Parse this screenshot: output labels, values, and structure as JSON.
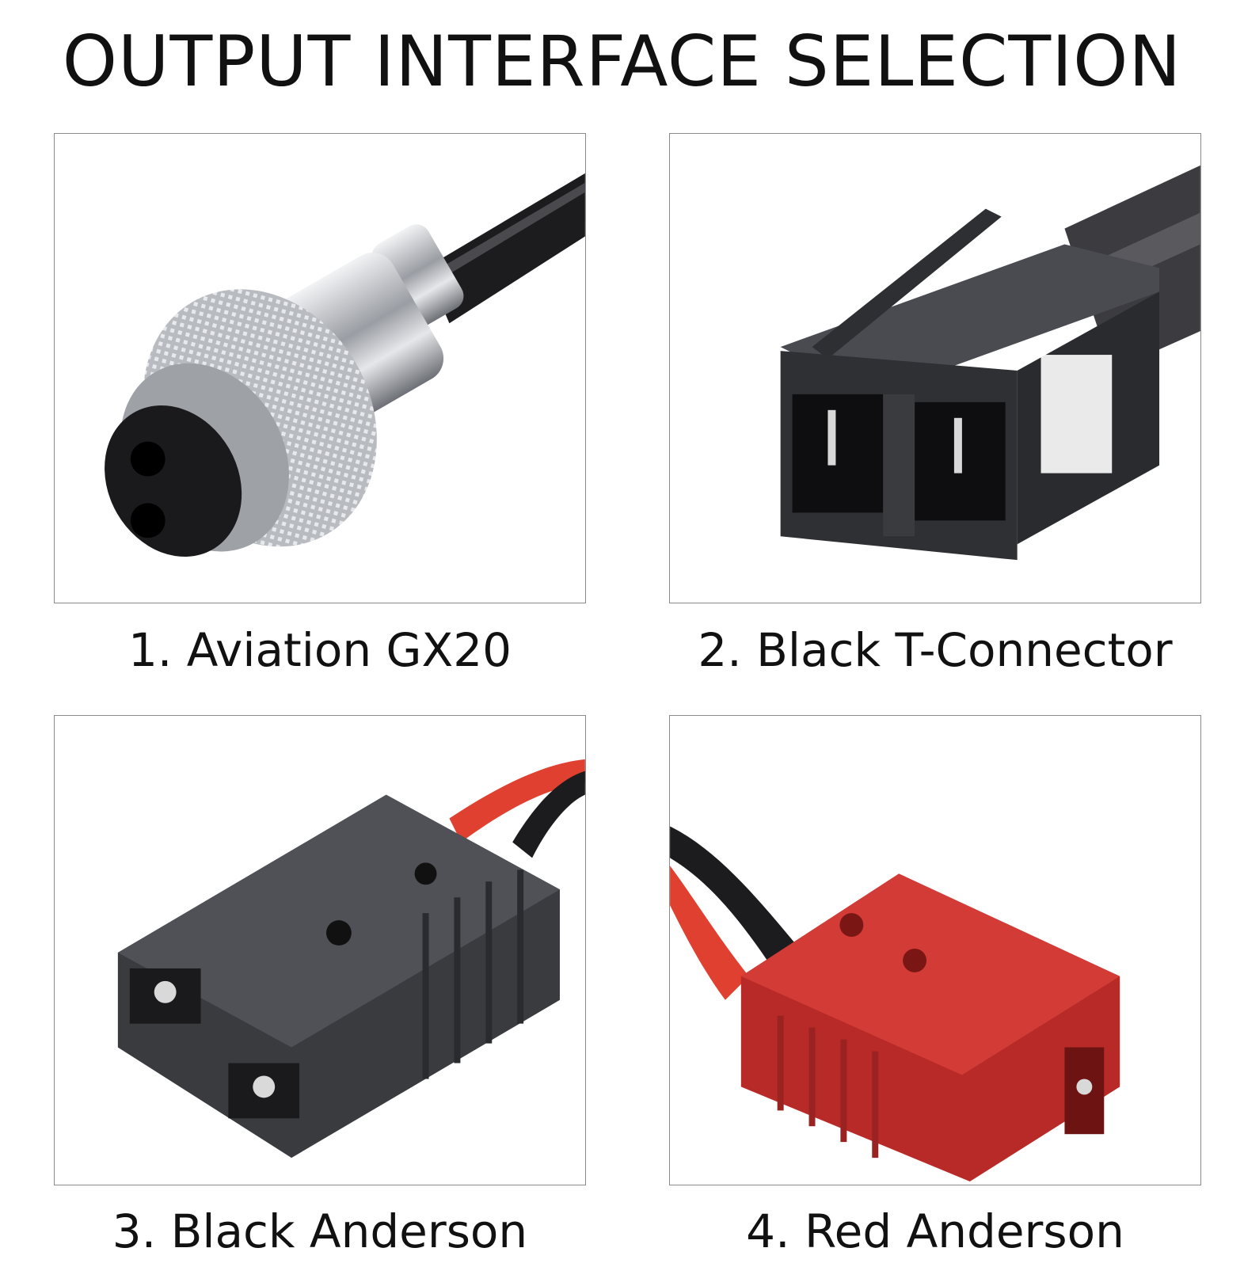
{
  "title": "OUTPUT INTERFACE SELECTION",
  "options": [
    {
      "label": "1. Aviation GX20",
      "icon": "aviation-gx20-connector-icon"
    },
    {
      "label": "2. Black T-Connector",
      "icon": "black-t-connector-icon"
    },
    {
      "label": "3. Black Anderson",
      "icon": "black-anderson-connector-icon"
    },
    {
      "label": "4. Red Anderson",
      "icon": "red-anderson-connector-icon"
    }
  ],
  "colors": {
    "connector_black": "#3a3b3f",
    "connector_red": "#c8322f",
    "metal": "#c9cbce",
    "wire_red": "#e0402f"
  }
}
